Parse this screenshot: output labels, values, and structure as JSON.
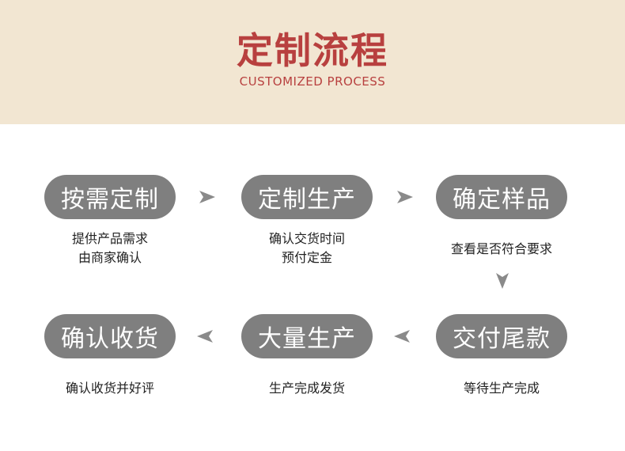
{
  "header": {
    "title": "定制流程",
    "subtitle": "CUSTOMIZED PROCESS"
  },
  "steps": [
    {
      "label": "按需定制",
      "desc": [
        "提供产品需求",
        "由商家确认"
      ]
    },
    {
      "label": "定制生产",
      "desc": [
        "确认交货时间",
        "预付定金"
      ]
    },
    {
      "label": "确定样品",
      "desc": [
        "查看是否符合要求"
      ]
    },
    {
      "label": "交付尾款",
      "desc": [
        "等待生产完成"
      ]
    },
    {
      "label": "大量生产",
      "desc": [
        "生产完成发货"
      ]
    },
    {
      "label": "确认收货",
      "desc": [
        "确认收货并好评"
      ]
    }
  ],
  "arrows": [
    "arrow-right-icon",
    "arrow-right-icon",
    "arrow-down-icon",
    "arrow-left-icon",
    "arrow-left-icon"
  ],
  "colors": {
    "header_bg": "#f2e6d2",
    "title": "#b8403f",
    "pill_bg": "#7f7f7f",
    "pill_text": "#ffffff",
    "arrow": "#8a8a8a"
  }
}
